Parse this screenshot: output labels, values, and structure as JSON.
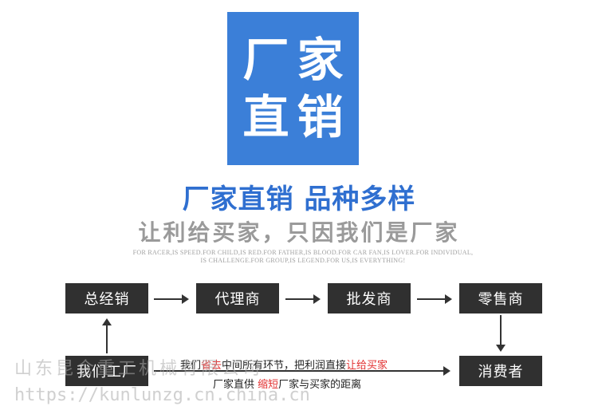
{
  "logo": {
    "line1": "厂家",
    "line2": "直销"
  },
  "headline": "厂家直销 品种多样",
  "subheadline": "让利给买家，只因我们是厂家",
  "tagline": {
    "line1": "FOR RACER,IS SPEED.FOR CHILD,IS RED.FOR FATHER,IS BLOOD.FOR CAR FAN,IS LOVER.FOR INDIVIDUAL,",
    "line2": "IS CHALLENGE.FOR GROUP,IS LEGEND.FOR US,IS EVERYTHING!"
  },
  "flow": {
    "nodes": {
      "distributor": "总经销",
      "agent": "代理商",
      "wholesaler": "批发商",
      "retailer": "零售商",
      "factory": "我们工厂",
      "consumer": "消费者"
    },
    "note1": {
      "part1": "我们",
      "part2": "省去",
      "part3": "中间所有环节，把利润直接",
      "part4": "让给买家"
    },
    "note2": {
      "part1": "厂家直供 ",
      "part2": "缩短",
      "part3": "厂家与买家的距离"
    }
  },
  "watermark": {
    "text": "山东昆仑重工机械有限公司",
    "url": "https://kunlunzg.cn.china.cn"
  },
  "colors": {
    "logo_bg": "#3b7fd8",
    "headline": "#2f6fd0",
    "node_bg": "#303030",
    "highlight": "#e23030"
  }
}
